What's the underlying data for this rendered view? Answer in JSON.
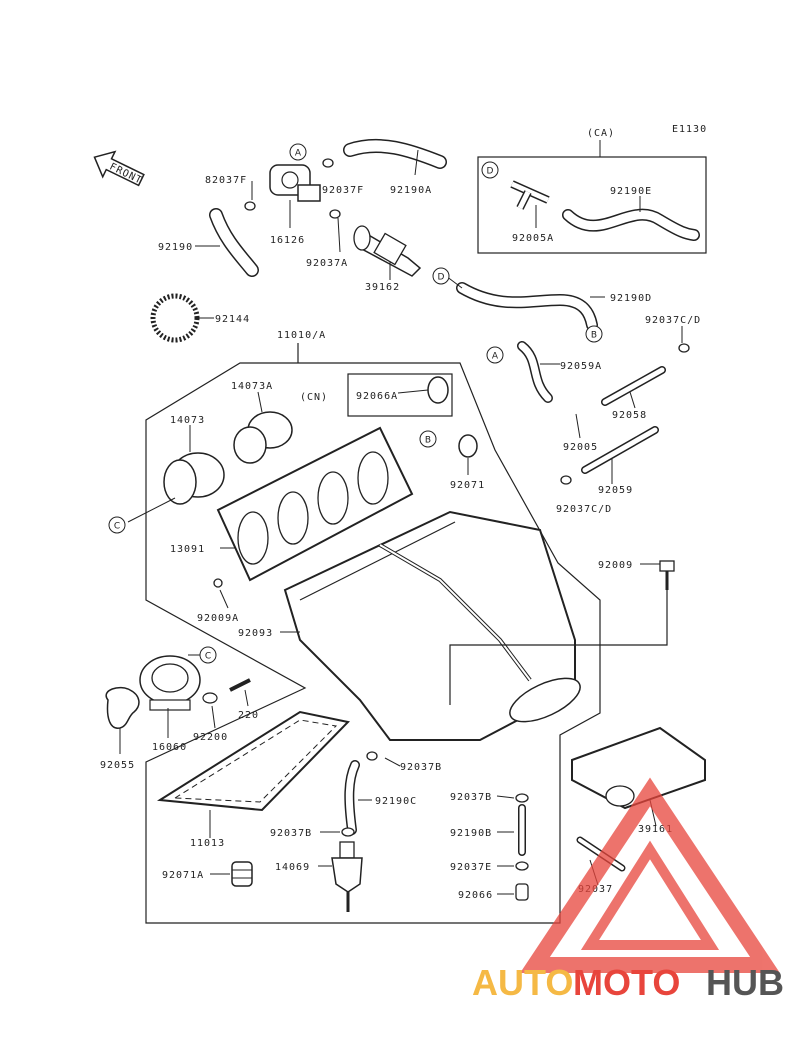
{
  "diagram": {
    "ref_code": "E1130",
    "front_arrow": "FRONT",
    "group_ca": "(CA)",
    "group_cn": "(CN)",
    "group_main": "11010/A",
    "callouts": [
      "A",
      "B",
      "C",
      "D"
    ],
    "parts": [
      "82037F",
      "92037F",
      "92190A",
      "16126",
      "92190",
      "92037A",
      "39162",
      "92144",
      "92190D",
      "92005A",
      "92190E",
      "92037C/D",
      "92059A",
      "92058",
      "14073A",
      "14073",
      "92066A",
      "92071",
      "92005",
      "92059",
      "92037C/D",
      "13091",
      "92009A",
      "92093",
      "92009",
      "16060",
      "92200",
      "220",
      "92055",
      "92037B",
      "92190C",
      "92037B",
      "11013",
      "92037B",
      "92190B",
      "14069",
      "92037E",
      "92071A",
      "92066",
      "39161",
      "92037"
    ]
  },
  "watermark": {
    "part1": "AUTO",
    "part2": "MOTO",
    "part3": "HUB",
    "color1": "#f5b945",
    "color2": "#e8453c",
    "color3": "#555555"
  }
}
